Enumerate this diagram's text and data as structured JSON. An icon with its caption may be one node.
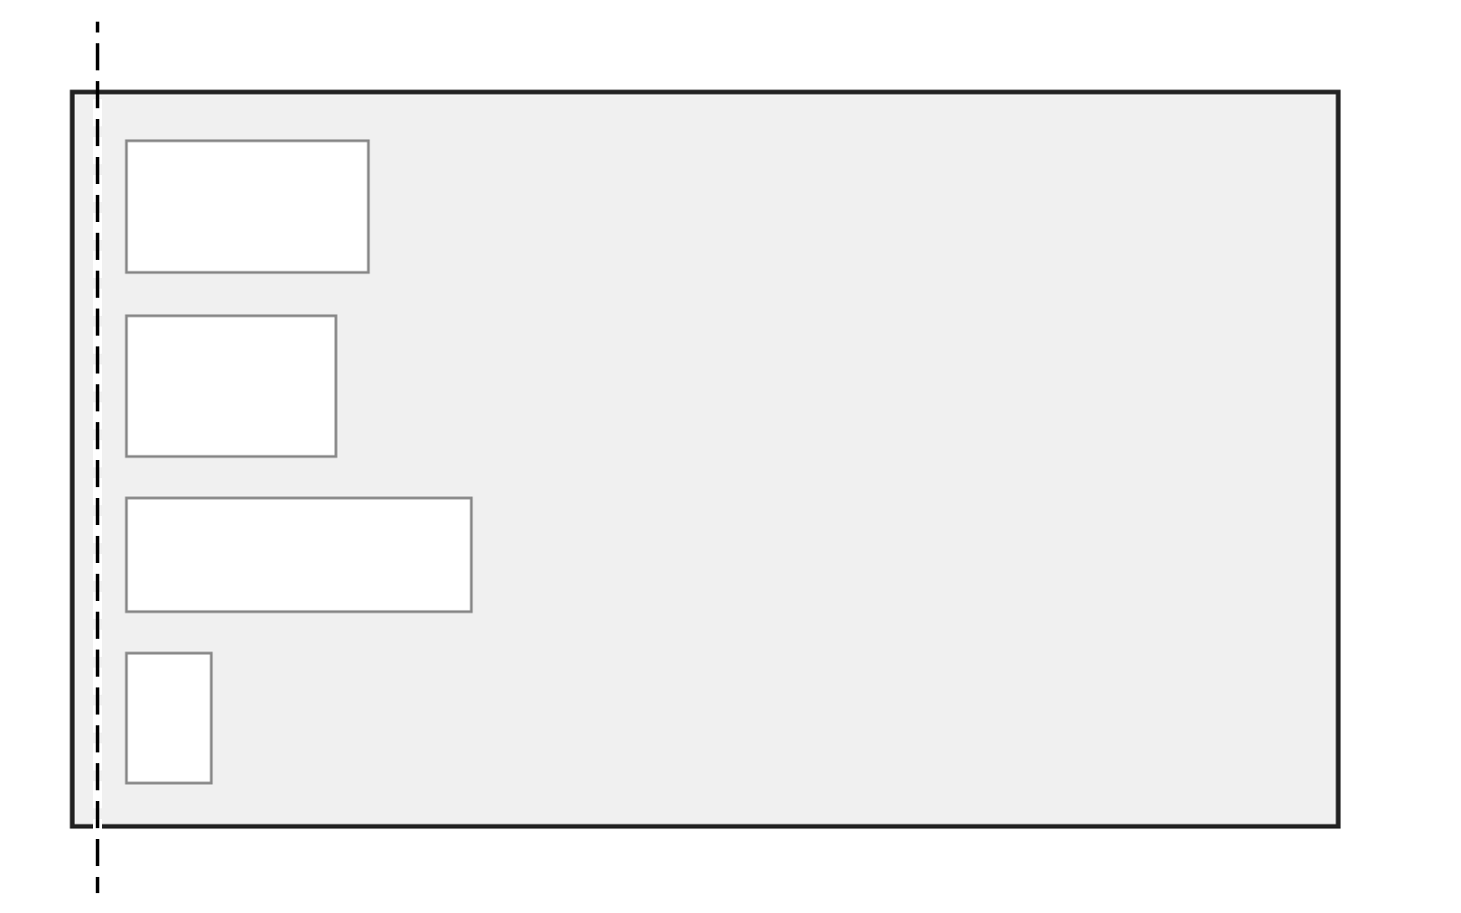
{
  "diagram": {
    "nodes": [
      {
        "text": [],
        "shape": "box"
      },
      {
        "text": [],
        "shape": "box",
        "in": 0
      },
      {
        "text": [],
        "shape": "box",
        "in": 0
      },
      {
        "text": [],
        "shape": "box",
        "in": 0
      },
      {
        "text": [],
        "shape": "box",
        "in": 0
      }
    ]
  }
}
